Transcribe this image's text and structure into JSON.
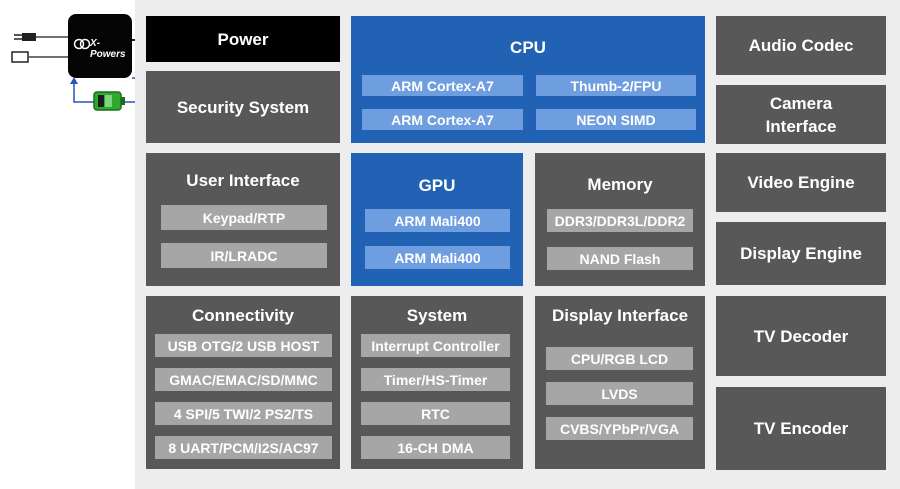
{
  "power": "Power",
  "cpu": {
    "title": "CPU",
    "items": [
      "ARM Cortex-A7",
      "Thumb-2/FPU",
      "ARM Cortex-A7",
      "NEON SIMD"
    ]
  },
  "audio_codec": "Audio Codec",
  "security": "Security System",
  "camera": "Camera\nInterface",
  "user_interface": {
    "title": "User Interface",
    "items": [
      "Keypad/RTP",
      "IR/LRADC"
    ]
  },
  "gpu": {
    "title": "GPU",
    "items": [
      "ARM Mali400",
      "ARM Mali400"
    ]
  },
  "memory": {
    "title": "Memory",
    "items": [
      "DDR3/DDR3L/DDR2",
      "NAND Flash"
    ]
  },
  "video_engine": "Video Engine",
  "display_engine": "Display Engine",
  "connectivity": {
    "title": "Connectivity",
    "items": [
      "USB OTG/2 USB HOST",
      "GMAC/EMAC/SD/MMC",
      "4 SPI/5 TWI/2 PS2/TS",
      "8 UART/PCM/I2S/AC97"
    ]
  },
  "system": {
    "title": "System",
    "items": [
      "Interrupt Controller",
      "Timer/HS-Timer",
      "RTC",
      "16-CH DMA"
    ]
  },
  "display_interface": {
    "title": "Display Interface",
    "items": [
      "CPU/RGB LCD",
      "LVDS",
      "CVBS/YPbPr/VGA"
    ]
  },
  "tv_decoder": "TV Decoder",
  "tv_encoder": "TV Encoder",
  "pmic_logo": "X-Powers",
  "colors": {
    "dark_block": "#585858",
    "blue_block": "#2262b5",
    "gray_pill": "#a6a6a6",
    "blue_pill": "#6f9ee0",
    "power_block": "#000000",
    "battery": "#2fa82f"
  }
}
